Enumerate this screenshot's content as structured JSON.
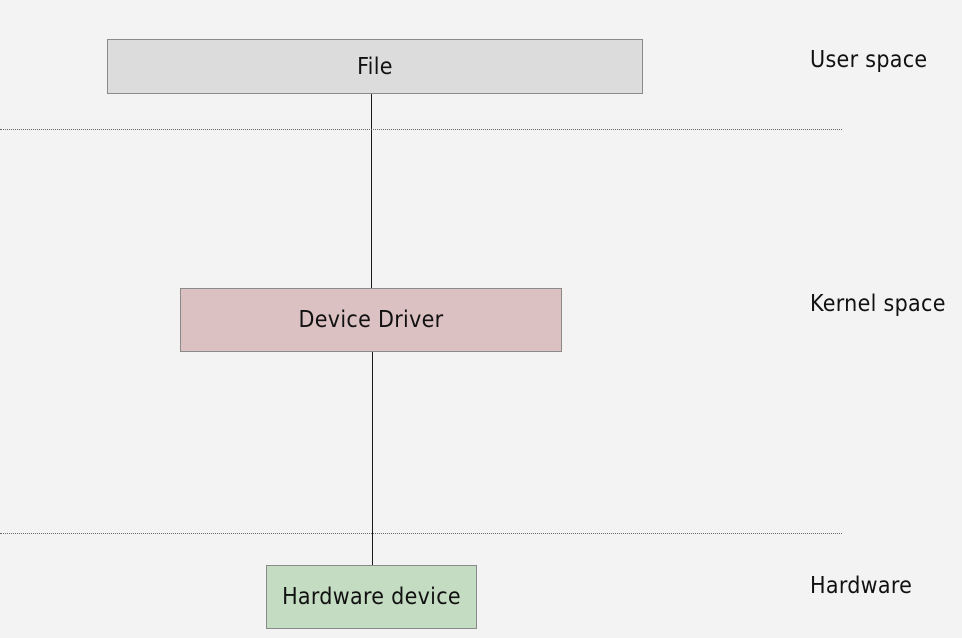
{
  "nodes": {
    "file": {
      "label": "File",
      "fill": "#dcdcdc"
    },
    "device_driver": {
      "label": "Device Driver",
      "fill": "#dcc1c3"
    },
    "hardware_device": {
      "label": "Hardware device",
      "fill": "#c4dcc2"
    }
  },
  "layers": {
    "user_space": "User space",
    "kernel_space": "Kernel space",
    "hardware": "Hardware"
  },
  "edges": [
    {
      "from": "file",
      "to": "device_driver"
    },
    {
      "from": "device_driver",
      "to": "hardware_device"
    }
  ]
}
